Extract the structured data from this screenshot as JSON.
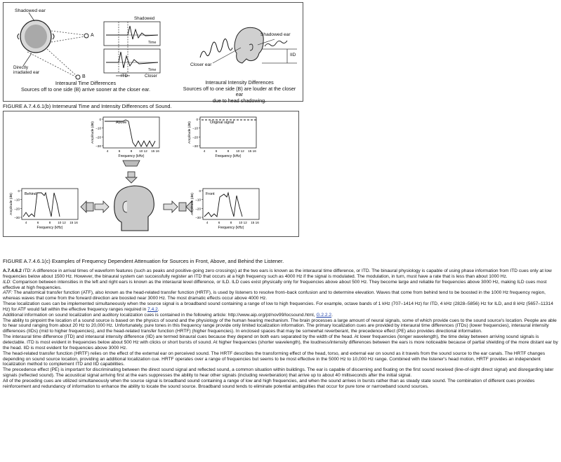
{
  "fig_top": {
    "left": {
      "shadowed_ear": "Shadowed ear",
      "directly_irradiated_ear": "Directly irradiated ear",
      "source_a": "A",
      "source_b": "B",
      "plot_shadowed": "Shadowed",
      "plot_closer": "Closer",
      "time": "Time",
      "itd": "ITD",
      "caption_title": "Interaural Time Differences",
      "caption_body": "Sources off to one side (B) arrive sooner at the closer ear."
    },
    "right": {
      "shadowed_ear": "Shadowed ear",
      "iid": "IID",
      "closer_ear": "Closer ear",
      "caption_title": "Interaural Intensity Differences",
      "caption_line1": "Sources off to one side (B) are louder at the closer ear",
      "caption_line2": "due to head shadowing."
    }
  },
  "fig_top_label": "FIGURE A.7.4.6.1(b) Interneural Time and Intensity Differences of Sound.",
  "fig_mid": {
    "ylabel": "Amplitude (dB)",
    "xlabel": "Frequency (kHz)",
    "yticks": [
      "0",
      "–10",
      "–20",
      "–30"
    ],
    "xticks": [
      "4",
      "6",
      "8",
      "10 12",
      "15 16"
    ],
    "above": "Above",
    "original_signal": "Original signal",
    "behind": "Behind",
    "front": "Front"
  },
  "fig_mid_label": "FIGURE A.7.4.6.1(c) Examples of Frequency Dependent Attenuation for Sources in Front, Above, and Behind the Listener.",
  "text": {
    "p1_num": "A.7.4.6.2",
    "p1_term": "ITD:",
    "p1": " A difference in arrival times of waveform features (such as peaks and positive-going zero crossings) at the two ears is known as the interaural time difference, or ITD. The binaural physiology is capable of using phase information from ITD cues only at low frequencies below about 1500 Hz. However, the binaural system can successfully register an ITD that occurs at a high frequency such as 4000 Hz if the signal is modulated. The modulation, in turn, must have a rate that is less than about 1000 Hz.",
    "p2_term": "ILD:",
    "p2": " Comparison between intensities in the left and right ears is known as the interaural level difference, or ILD. ILD cues exist physically only for frequencies above about 500 Hz. They become large and reliable for frequencies above 3000 Hz, making ILD cues most effective at high frequencies.",
    "p3_term": "ATF:",
    "p3a": " The anatomical transfer function (ATF), also known as the head-related transfer function (HRTF), is used by listeners to resolve front–back confusion and to determine elevation. Waves that come from behind tend to be boosted in the 1000 Hz frequency region, whereas waves that come from the forward direction are boosted near 3000 Hz. The most dramatic effects occur above 4000 Hz.",
    "p3b_1": "These localization cues can be implemented simultaneously when the source signal is a broadband sound containing a range of low to high frequencies. For example, octave bands of 1 kHz (707–1414 Hz) for ITD, 4 kHz (2828–5856) Hz for ILD, and 8 kHz (5657–11314 Hz) for ATF would fall within the effective frequency ranges required in ",
    "p3b_link": "7.4.2",
    "p3b_2": ".",
    "p4_1": "Additional information on sound localization and auditory localization cues is contained in the following article: http://www.aip.org/pt/nov99/locsound.html, ",
    "p4_link": "G.2.2.2",
    "p4_2": ".",
    "p5": "The ability to pinpoint the location of a sound source is based on the physics of sound and the physiology of the human hearing mechanism. The brain processes a large amount of neural signals, some of which provide cues to the sound source's location. People are able to hear sound ranging from about 20 Hz to 20,000 Hz. Unfortunately, pure tones in this frequency range provide only limited localization information. The primary localization cues are provided by interaural time differences (ITDs) (lower frequencies), interaural intensity differences (IIDs) (mid to higher frequencies), and the head-related transfer function (HRTF) (higher frequencies). In enclosed spaces that may be somewhat reverberant, the precedence effect (PE) also provides directional information.",
    "p6": "The interaural time difference (ITD) and interaural intensity difference (IID) are termed binaural cues because they depend on both ears separated by the width of the head. At lower frequencies (longer wavelength), the time delay between arriving sound signals is detectable. ITD is most evident in frequencies below about 500 Hz with clicks or short bursts of sound. At higher frequencies (shorter wavelength), the loudness/intensity differences between the ears is more noticeable because of partial shielding of the more distant ear by the head. IID is most evident for frequencies above 3000 Hz.",
    "p7": "The head-related transfer function (HRTF) relies on the effect of the external ear on perceived sound. The HRTF describes the transforming effect of the head, torso, and external ear on sound as it travels from the sound source to the ear canals. The HRTF changes depending on sound source location, providing an additional localization cue. HRTF operates over a range of frequencies but seems to be most effective in the 5000 Hz to 10,000 Hz range. Combined with the listener's head motion, HRTF provides an independent localization method to complement ITD and IID capabilities.",
    "p8": "The precedence effect (PE) is important for discriminating between the direct sound signal and reflected sound, a common situation within buildings. The ear is capable of discerning and fixating on the first sound received (line-of-sight direct signal) and disregarding later signals (reflected sound). The acoustical signal arriving first at the ears suppresses the ability to hear other signals (including reverberation) that arrive up to about 40 milliseconds after the initial signal.",
    "p9": "All of the preceding cues are utilized simultaneously when the source signal is broadband sound containing a range of low and high frequencies, and when the sound arrives in bursts rather than as steady state sound. The combination of different cues provides reinforcement and redundancy of information to enhance the ability to locate the sound source. Broadband sound tends to eliminate potential ambiguities that occur for pure tone or narrowband sound sources."
  }
}
